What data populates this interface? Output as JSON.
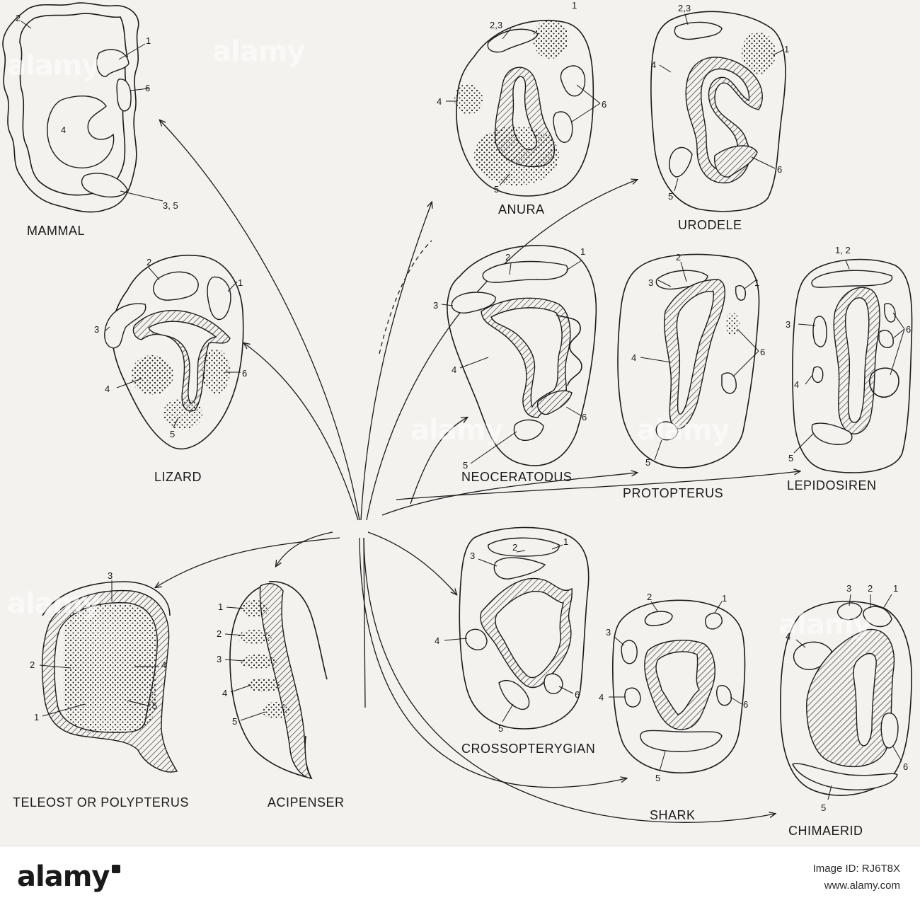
{
  "figure": {
    "panels": [
      {
        "id": "mammal",
        "label": "MAMMAL"
      },
      {
        "id": "lizard",
        "label": "LIZARD"
      },
      {
        "id": "anura",
        "label": "ANURA"
      },
      {
        "id": "urodele",
        "label": "URODELE"
      },
      {
        "id": "neoceratodus",
        "label": "NEOCERATODUS"
      },
      {
        "id": "protopterus",
        "label": "PROTOPTERUS"
      },
      {
        "id": "lepidosiren",
        "label": "LEPIDOSIREN"
      },
      {
        "id": "teleost",
        "label": "TELEOST OR POLYPTERUS"
      },
      {
        "id": "acipenser",
        "label": "ACIPENSER"
      },
      {
        "id": "crossopterygian",
        "label": "CROSSOPTERYGIAN"
      },
      {
        "id": "shark",
        "label": "SHARK"
      },
      {
        "id": "chimaerid",
        "label": "CHIMAERID"
      }
    ],
    "numbers": {
      "n1": "1",
      "n2": "2",
      "n3": "3",
      "n4": "4",
      "n5": "5",
      "n6": "6",
      "n23": "2,3",
      "n35": "3, 5",
      "n12": "1, 2"
    }
  },
  "footer": {
    "logo": "alamy",
    "image_id": "Image ID: RJ6T8X",
    "url": "www.alamy.com"
  },
  "watermark": "alamy"
}
